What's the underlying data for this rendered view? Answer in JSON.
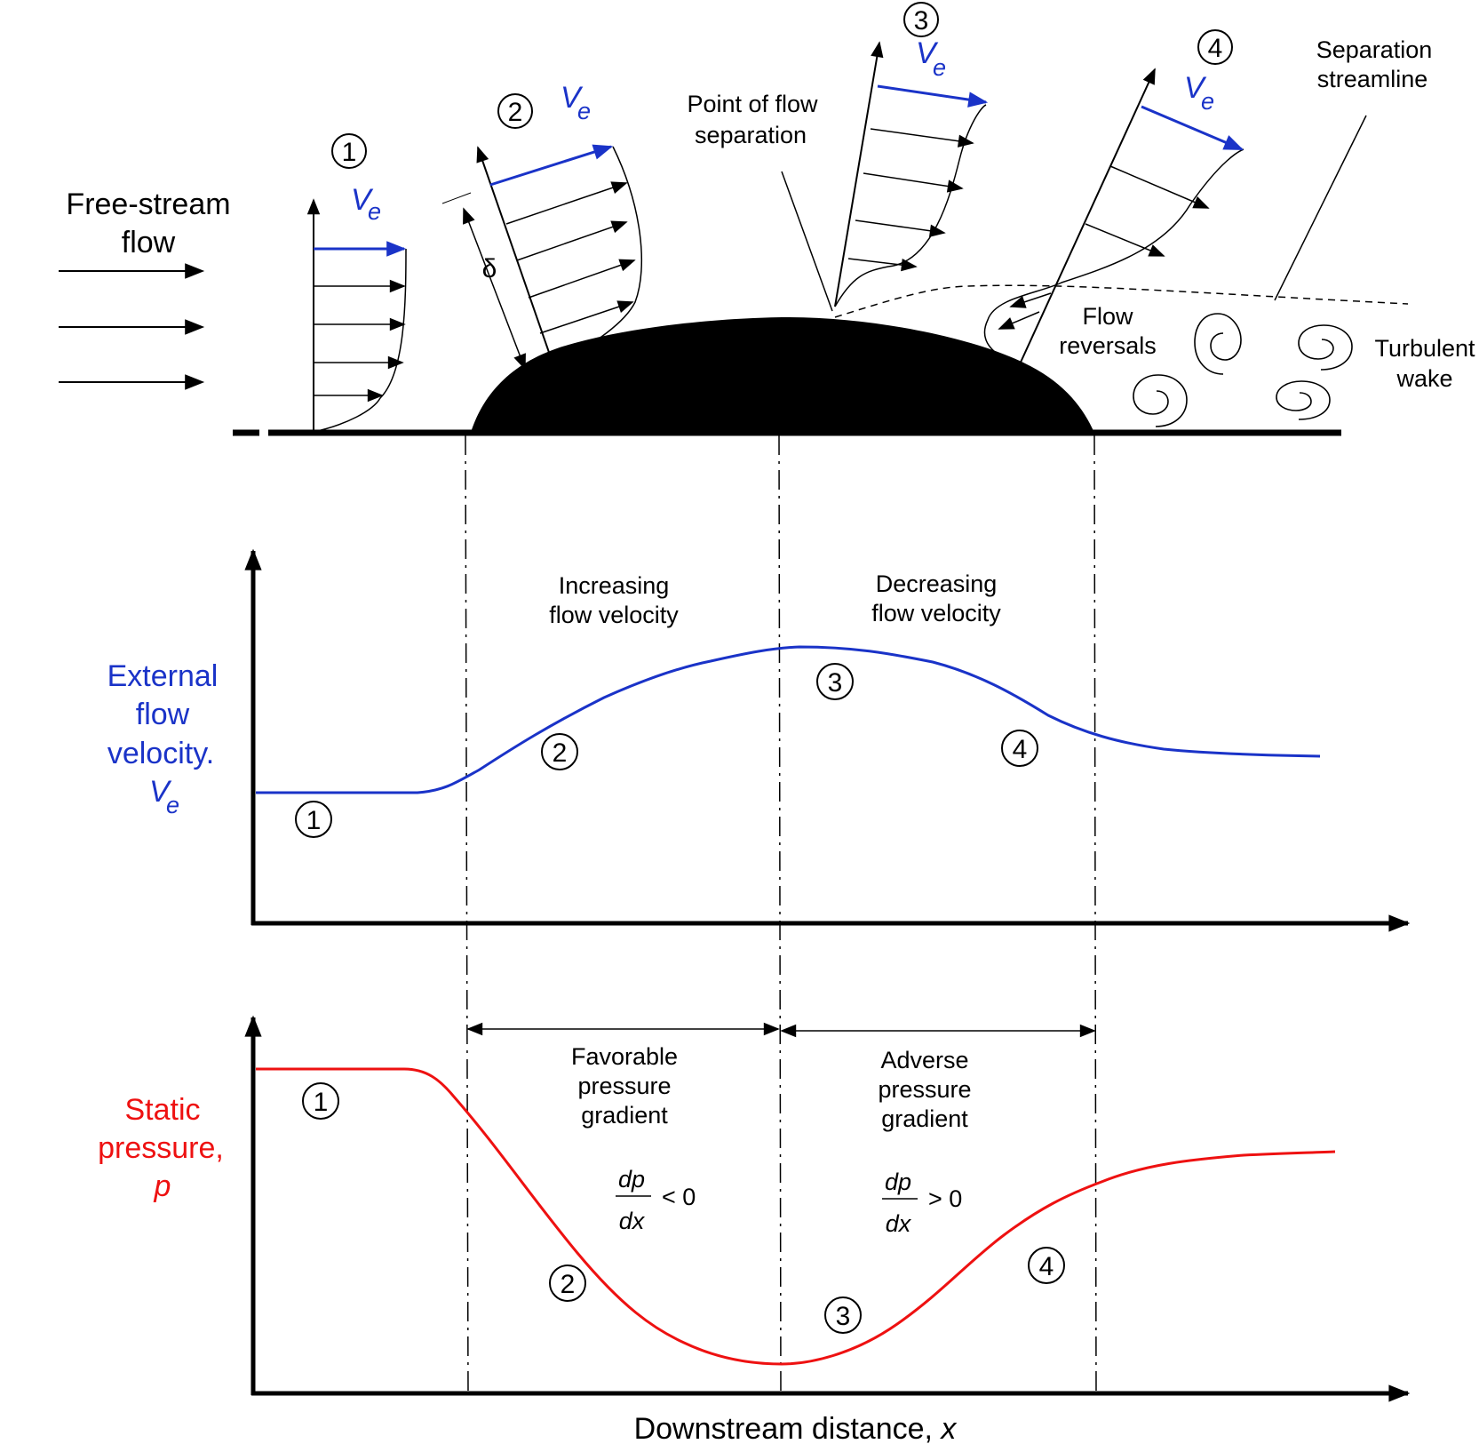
{
  "colors": {
    "ink": "#000000",
    "velocity": "#1a33c8",
    "pressure": "#ee1111",
    "background": "#ffffff"
  },
  "top": {
    "free_stream": [
      "Free-stream",
      "flow"
    ],
    "point_of_separation": [
      "Point of flow",
      "separation"
    ],
    "separation_streamline": [
      "Separation",
      "streamline"
    ],
    "flow_reversals": [
      "Flow",
      "reversals"
    ],
    "turbulent_wake": [
      "Turbulent",
      "wake"
    ],
    "ve_symbol": "V",
    "ve_subscript": "e",
    "delta": "δ",
    "station_numbers": [
      "1",
      "2",
      "3",
      "4"
    ]
  },
  "velocity_plot": {
    "ylabel": [
      "External",
      "flow",
      "velocity.",
      "V",
      "e"
    ],
    "increasing": [
      "Increasing",
      "flow velocity"
    ],
    "decreasing": [
      "Decreasing",
      "flow velocity"
    ],
    "markers": [
      "1",
      "2",
      "3",
      "4"
    ]
  },
  "pressure_plot": {
    "ylabel": [
      "Static",
      "pressure,",
      "p"
    ],
    "favorable": [
      "Favorable",
      "pressure",
      "gradient"
    ],
    "adverse": [
      "Adverse",
      "pressure",
      "gradient"
    ],
    "dp": "dp",
    "dx": "dx",
    "favorable_sign": "< 0",
    "adverse_sign": "> 0",
    "markers": [
      "1",
      "2",
      "3",
      "4"
    ],
    "xlabel": "Downstream distance, ",
    "xvar": "x"
  }
}
